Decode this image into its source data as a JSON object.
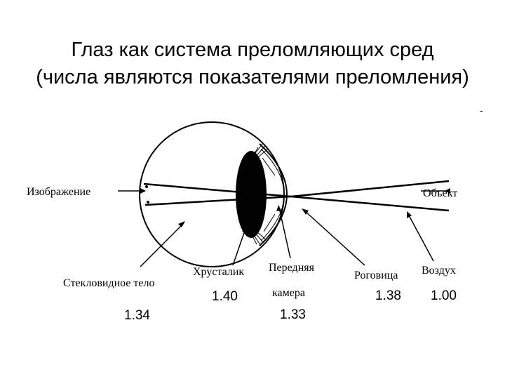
{
  "title": {
    "line1": "Глаз как система преломляющих сред",
    "line2": "(числа являются показателями преломления)"
  },
  "corner_mark": "-",
  "labels": {
    "image": "Изображение",
    "object": "Объект",
    "vitreous": "Стекловидное тело",
    "lens": "Хрусталик",
    "anterior_line1": "Передняя",
    "anterior_line2": "камера",
    "cornea": "Роговица",
    "air": "Воздух"
  },
  "indices": {
    "vitreous": "1.34",
    "lens": "1.40",
    "anterior": "1.33",
    "cornea": "1.38",
    "air": "1.00"
  }
}
